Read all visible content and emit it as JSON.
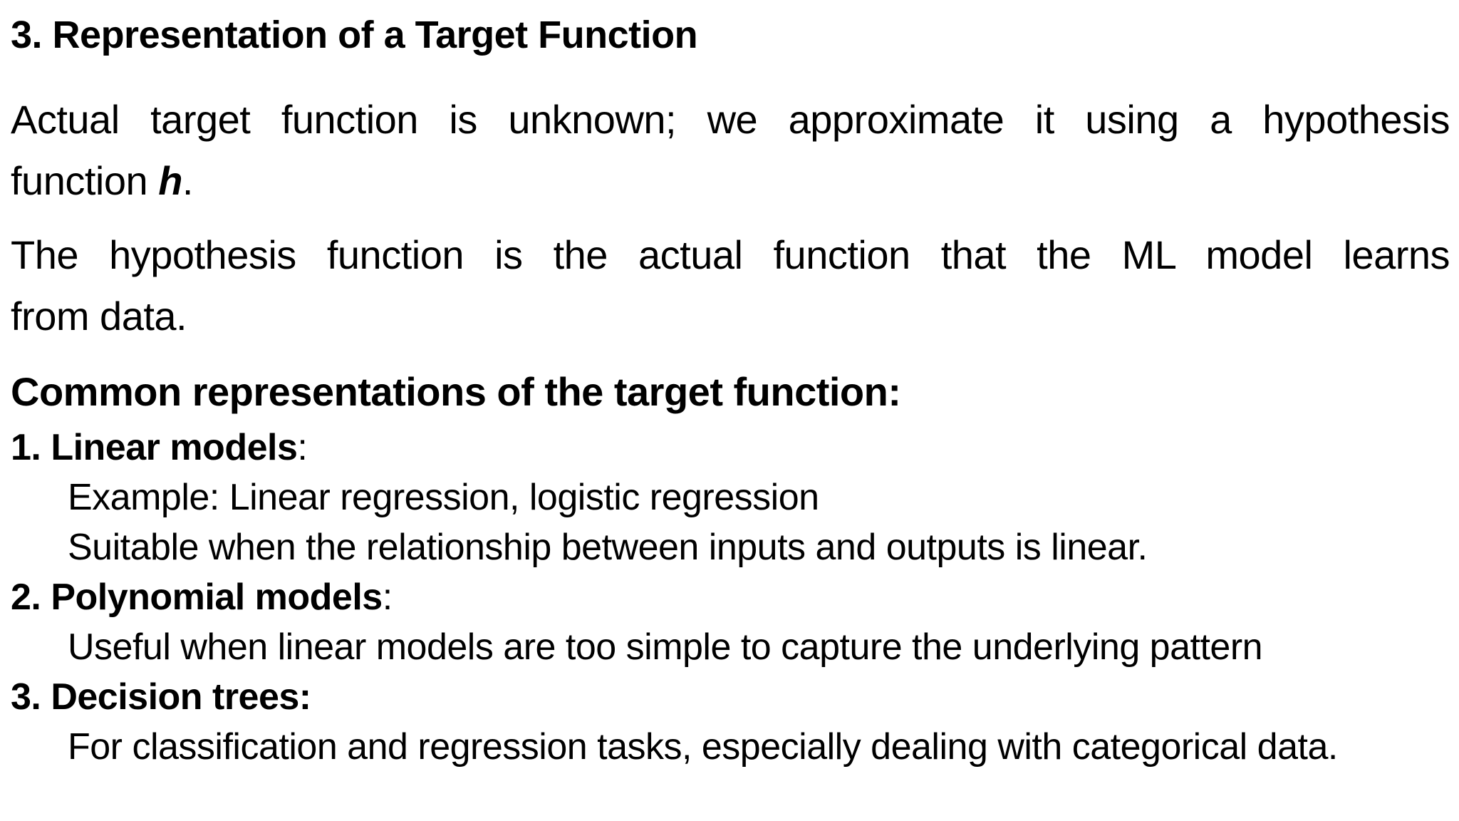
{
  "title": "3. Representation of a Target Function",
  "paragraphs": [
    {
      "line1": "Actual target function is unknown; we approximate it using a hypothesis",
      "line2_prefix": "function ",
      "line2_em": "h",
      "line2_suffix": "."
    },
    {
      "line1": "The hypothesis function is the actual function that the ML model learns",
      "line2": "from data."
    }
  ],
  "heading": "Common representations of the target function:",
  "list": {
    "items": [
      {
        "head": "1. Linear models",
        "head_tail": ":",
        "subs": [
          "Example: Linear regression, logistic regression",
          "Suitable when the relationship between inputs and outputs is linear."
        ]
      },
      {
        "head": "2. Polynomial models",
        "head_tail": ":",
        "subs": [
          "Useful when linear models are too simple to capture the underlying pattern"
        ]
      },
      {
        "head": "3. Decision trees:",
        "head_tail": "",
        "subs": [
          "For classification and regression tasks, especially dealing with categorical data."
        ]
      }
    ]
  }
}
